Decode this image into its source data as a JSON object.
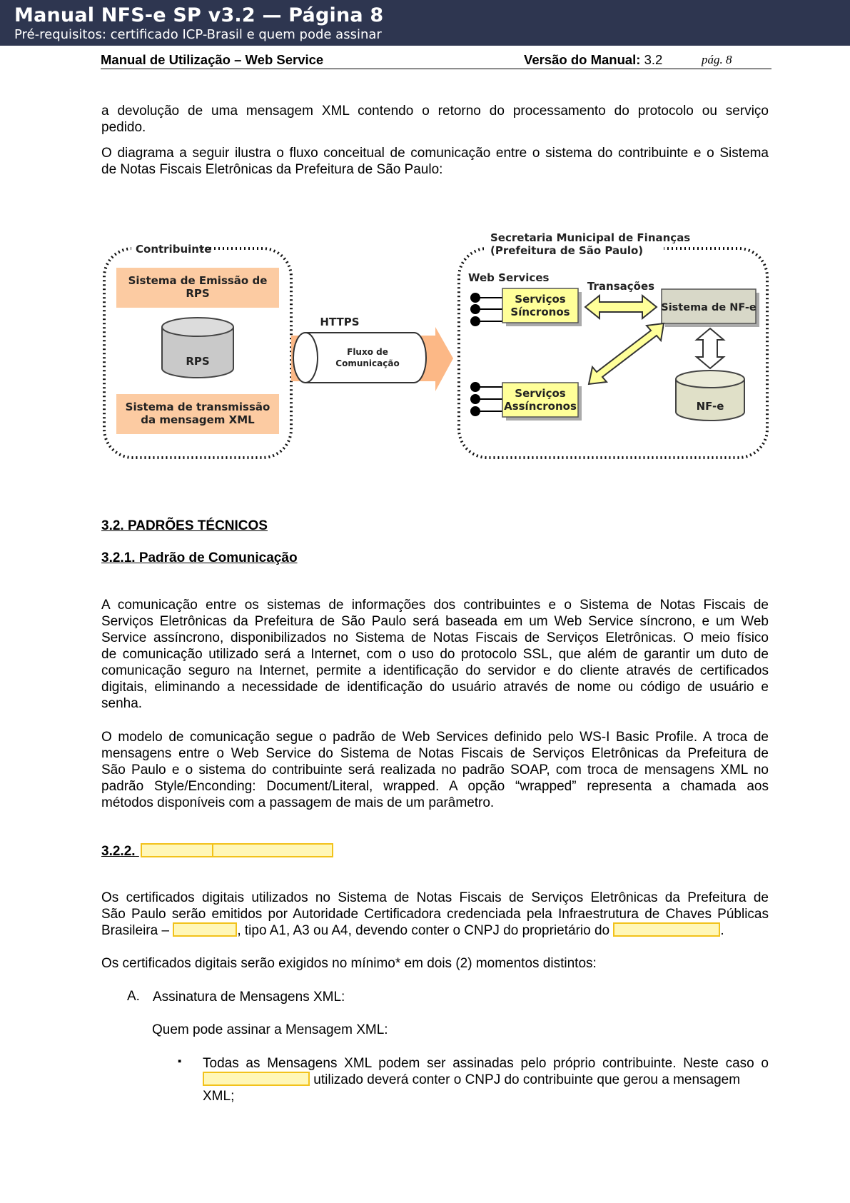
{
  "banner": {
    "title": "Manual NFS-e SP v3.2 — Página 8",
    "subtitle": "Pré-requisitos: certificado ICP-Brasil e quem pode assinar"
  },
  "running_header": {
    "left": "Manual de Utilização – Web Service",
    "version_label": "Versão do Manual:",
    "version_value": " 3.2",
    "page": "pág. 8"
  },
  "intro": {
    "p1": [
      "a devolução de uma mensagem XML contendo o retorno do processamento do protocolo ou serviço",
      "pedido."
    ],
    "p2": [
      "O diagrama a seguir ilustra o fluxo conceitual de comunicação entre o sistema do contribuinte e o Sistema",
      "de Notas Fiscais Eletrônicas da Prefeitura de São Paulo:"
    ]
  },
  "diagram": {
    "contribuinte_title": "Contribuinte",
    "box_emissao": [
      "Sistema de Emissão de",
      "RPS"
    ],
    "db_rps": "RPS",
    "box_transmissao": [
      "Sistema de transmissão",
      "da mensagem XML"
    ],
    "https": "HTTPS",
    "fluxo": [
      "Fluxo de",
      "Comunicação"
    ],
    "sf_title": [
      "Secretaria Municipal de Finanças",
      "(Prefeitura de São Paulo)"
    ],
    "web_services": "Web Services",
    "transacoes": "Transações",
    "box_sincronos": [
      "Serviços",
      "Síncronos"
    ],
    "box_assincronos": [
      "Serviços",
      "Assíncronos"
    ],
    "box_nfe": "Sistema de NF-e",
    "db_nfe": "NF-e",
    "colors": {
      "orange": "#fccba2",
      "yellow": "#ffff99",
      "gray": "#cccccc",
      "arrow_orange": "#fcb886",
      "arrow_yellow": "#ffff99"
    }
  },
  "section_32": {
    "title": "3.2. PADRÕES TÉCNICOS"
  },
  "section_321": {
    "title": "3.2.1. Padrão de Comunicação",
    "p1": [
      "A comunicação entre os sistemas de informações dos contribuintes e o Sistema de Notas Fiscais de",
      "Serviços Eletrônicas da Prefeitura de São Paulo será baseada em um Web Service síncrono, e um Web",
      "Service assíncrono, disponibilizados no Sistema de Notas Fiscais de Serviços Eletrônicas. O meio físico",
      "de comunicação utilizado será a Internet, com o uso do protocolo SSL, que além de garantir um duto de",
      "comunicação seguro na Internet, permite a identificação do servidor e do cliente através de certificados",
      "digitais, eliminando a necessidade de identificação do usuário através de nome ou código de usuário e",
      "senha."
    ],
    "p2": [
      "O modelo de comunicação segue o padrão de Web Services definido pelo WS-I Basic Profile. A troca de",
      "mensagens entre o Web Service do Sistema de Notas Fiscais de Serviços Eletrônicas da Prefeitura de",
      "São Paulo e o sistema do contribuinte será realizada no padrão SOAP, com troca de mensagens XML no",
      "padrão Style/Enconding: Document/Literal, wrapped. A opção “wrapped” representa a chamada aos",
      "métodos disponíveis com a passagem de mais de um parâmetro."
    ]
  },
  "section_322": {
    "number": "3.2.2.",
    "p1_line1": "Os certificados digitais utilizados no Sistema de Notas Fiscais de Serviços Eletrônicas da Prefeitura de",
    "p1_line2": "São Paulo serão emitidos por Autoridade Certificadora credenciada pela Infraestrutura de Chaves Públicas",
    "p1_line3_a": "Brasileira – ",
    "p1_line3_b": ", tipo A1, A3 ou A4, devendo conter o CNPJ do proprietário do ",
    "p1_line3_c": ".",
    "p2": "Os certificados digitais serão exigidos no mínimo* em dois (2) momentos distintos:",
    "item_a_marker": "A.",
    "item_a": "Assinatura de Mensagens XML:",
    "quem": "Quem pode assinar a Mensagem XML:",
    "bullet_marker": "▪",
    "bullet_line1": "Todas as Mensagens XML podem ser assinadas pelo próprio contribuinte. Neste caso o",
    "bullet_line2": " utilizado deverá conter o CNPJ do contribuinte que gerou a mensagem",
    "bullet_line3": "XML;"
  }
}
